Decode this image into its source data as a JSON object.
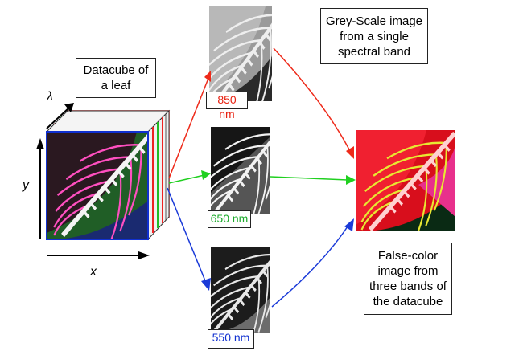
{
  "labels": {
    "datacube": "Datacube of a leaf",
    "greyscale": "Grey-Scale image from a single spectral band",
    "falsecolor": "False-color image from three bands of the datacube"
  },
  "bands": [
    {
      "label": "850 nm",
      "color": "#e82010"
    },
    {
      "label": "650 nm",
      "color": "#1aaa2a"
    },
    {
      "label": "550 nm",
      "color": "#1030d0"
    }
  ],
  "axes": {
    "lambda": "λ",
    "y": "y",
    "x": "x"
  },
  "colors": {
    "red_arrow": "#ee2a1a",
    "green_arrow": "#20d020",
    "blue_arrow": "#1a3ad8",
    "vein_pink": "#ff4fc0",
    "vein_yellow": "#e8e832",
    "leaf_green": "#1e5a20",
    "background_blue": "#18286a",
    "false_color_red": "#e0101e"
  }
}
